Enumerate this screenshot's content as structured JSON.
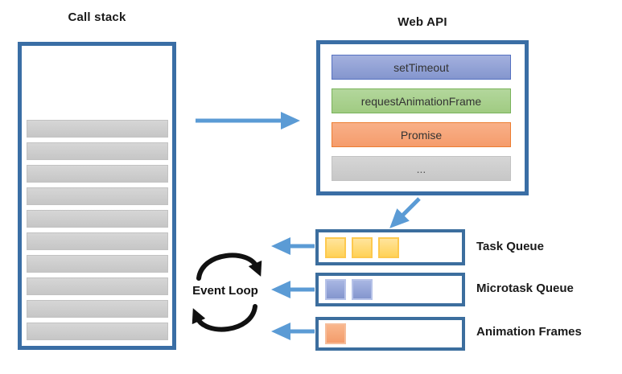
{
  "diagram": {
    "call_stack": {
      "title": "Call stack",
      "frame_count": 10
    },
    "web_api": {
      "title": "Web API",
      "items": [
        {
          "label": "setTimeout",
          "fill": "#8E9ED8",
          "border": "#5571C1"
        },
        {
          "label": "requestAnimationFrame",
          "fill": "#A9CB8A",
          "border": "#7AB35C"
        },
        {
          "label": "Promise",
          "fill": "#F6A276",
          "border": "#ED7D31"
        },
        {
          "label": "...",
          "fill": "#CFCFCF",
          "border": "#C2C2C2"
        }
      ]
    },
    "queues": [
      {
        "label": "Task Queue",
        "item_count": 3,
        "item_color": "#FFD966"
      },
      {
        "label": "Microtask Queue",
        "item_count": 2,
        "item_color": "#8E9ED8"
      },
      {
        "label": "Animation Frames",
        "item_count": 1,
        "item_color": "#F6A276"
      }
    ],
    "event_loop": {
      "label": "Event Loop"
    },
    "colors": {
      "arrow_blue": "#5B9BD5",
      "box_border": "#3A6EA5",
      "queue_border": "#3C6E9E",
      "stack_frame_gray": "#CDCDCD",
      "event_loop_black": "#111111"
    }
  }
}
